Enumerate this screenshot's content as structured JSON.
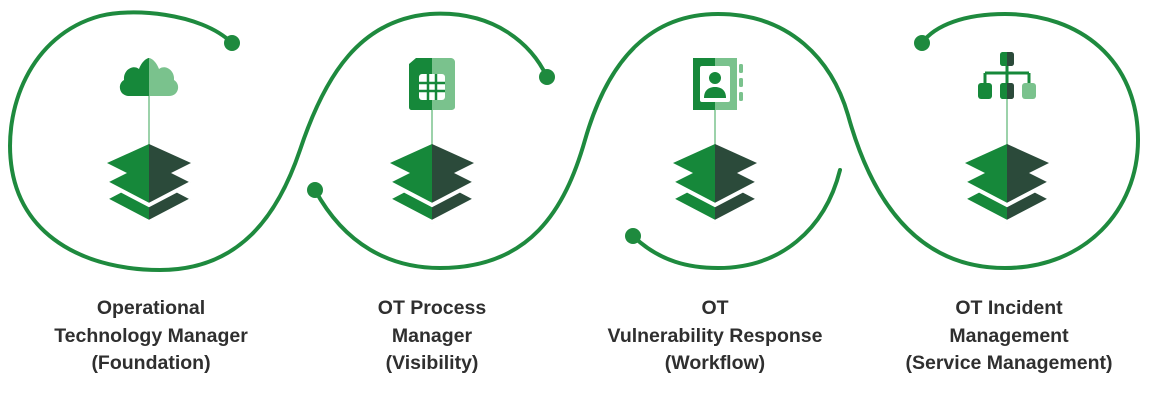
{
  "colors": {
    "track": "#1e8a3e",
    "primary": "#16883a",
    "light": "#7ac28d",
    "dark": "#2b4a3a",
    "text": "#2f2f2f"
  },
  "stages": [
    {
      "icon": "cloud-icon",
      "title_lines": [
        "Operational",
        "Technology Manager",
        "(Foundation)"
      ]
    },
    {
      "icon": "sim-card-icon",
      "title_lines": [
        "OT Process",
        "Manager",
        "(Visibility)"
      ]
    },
    {
      "icon": "contact-book-icon",
      "title_lines": [
        "OT",
        "Vulnerability Response",
        "(Workflow)"
      ]
    },
    {
      "icon": "org-chart-icon",
      "title_lines": [
        "OT Incident",
        "Management",
        "(Service Management)"
      ]
    }
  ]
}
